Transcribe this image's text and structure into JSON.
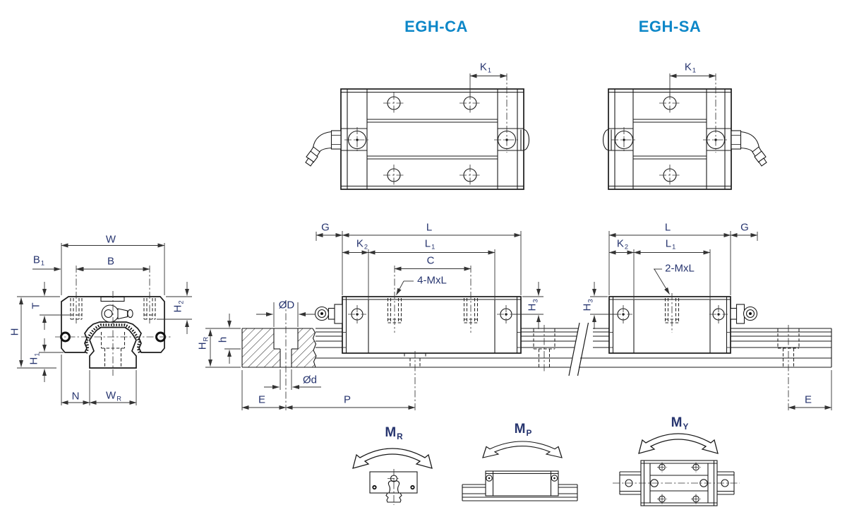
{
  "titles": {
    "ca": "EGH-CA",
    "sa": "EGH-SA"
  },
  "colors": {
    "accent_title": "#0d87c8",
    "dim_text": "#27356f",
    "line": "#1a1a1a",
    "background": "#ffffff"
  },
  "labels": {
    "k1": {
      "base": "K",
      "sub": "1"
    },
    "k2": {
      "base": "K",
      "sub": "2"
    },
    "l1": {
      "base": "L",
      "sub": "1"
    },
    "b1": {
      "base": "B",
      "sub": "1"
    },
    "h1": {
      "base": "H",
      "sub": "1"
    },
    "h2": {
      "base": "H",
      "sub": "2"
    },
    "h3": {
      "base": "H",
      "sub": "3"
    },
    "wr": {
      "base": "W",
      "sub": "R"
    },
    "hr": {
      "base": "H",
      "sub": "R"
    },
    "w": "W",
    "b": "B",
    "t": "T",
    "h": "H",
    "n": "N",
    "c": "C",
    "g": "G",
    "l": "L",
    "e": "E",
    "p": "P",
    "h_lower": "h",
    "od_upper": "ØD",
    "od_lower": "Ød",
    "screws_ca": "4-MxL",
    "screws_sa": "2-MxL"
  },
  "moments": {
    "mr": {
      "base": "M",
      "sub": "R"
    },
    "mp": {
      "base": "M",
      "sub": "P"
    },
    "my": {
      "base": "M",
      "sub": "Y"
    }
  }
}
